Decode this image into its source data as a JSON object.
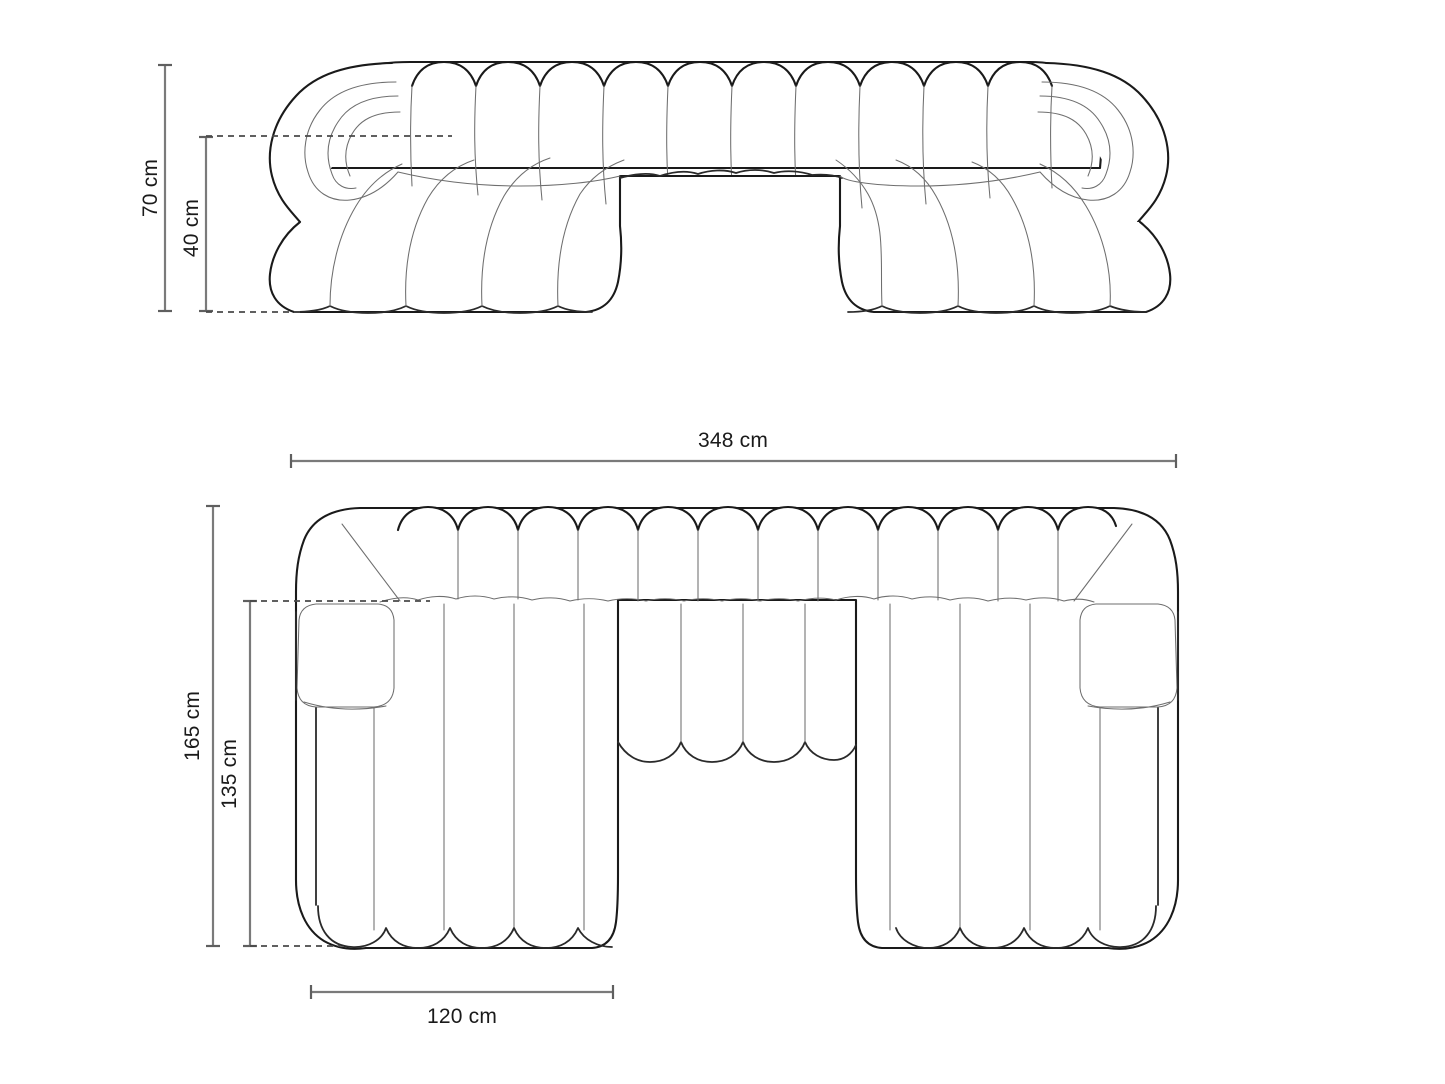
{
  "page": {
    "title": "Sofa dimension drawing",
    "background_color": "#ffffff",
    "line_color": "#1a1a1a",
    "seam_color": "#6e6e6e",
    "dimension_color": "#7a7a7a"
  },
  "views": {
    "front": {
      "name": "front-elevation",
      "description": "Boucle modular sofa front elevation"
    },
    "plan": {
      "name": "top-plan",
      "description": "Boucle modular sofa top plan view"
    }
  },
  "dimensions": {
    "overall_height": {
      "value": "70 cm",
      "orientation": "vertical",
      "view": "front"
    },
    "seat_height": {
      "value": "40 cm",
      "orientation": "vertical",
      "view": "front"
    },
    "overall_width": {
      "value": "348 cm",
      "orientation": "horizontal",
      "view": "plan"
    },
    "overall_depth": {
      "value": "165 cm",
      "orientation": "vertical",
      "view": "plan"
    },
    "seat_depth": {
      "value": "135 cm",
      "orientation": "vertical",
      "view": "plan"
    },
    "module_width": {
      "value": "120 cm",
      "orientation": "horizontal",
      "view": "plan"
    }
  }
}
